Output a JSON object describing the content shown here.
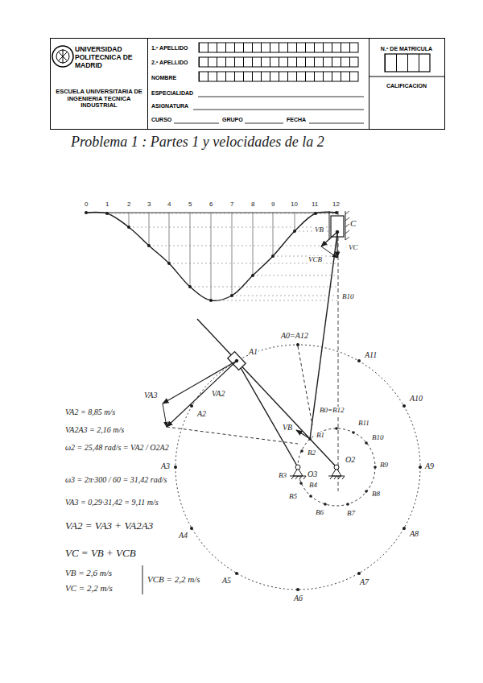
{
  "diagram": {
    "title": "Problema 1 : Partes 1 y velocidades de la 2",
    "nodes": [
      {
        "text": [
          "UNIVERSIDAD POLITECNICA DE MADRID",
          "ESCUELA UNIVERSITARIA DE INGENIERIA TECNICA INDUSTRIAL"
        ]
      },
      {
        "text": [
          "1.º APELLIDO",
          "2.º APELLIDO",
          "NOMBRE",
          "ESPECIALIDAD",
          "ASIGNATURA",
          "CURSO",
          "GRUPO",
          "FECHA"
        ]
      },
      {
        "text": [
          "N.º DE MATRICULA",
          "CALIFICACION"
        ]
      }
    ],
    "labels": [
      "0",
      "1",
      "2",
      "3",
      "4",
      "5",
      "6",
      "7",
      "8",
      "9",
      "10",
      "11",
      "12",
      "C",
      "VB",
      "VC",
      "VCB",
      "B10",
      "A0=A12",
      "A1",
      "A11",
      "VA3",
      "VA2",
      "A10",
      "B0=B12",
      "A2",
      "VA2 = 8,85 m/s",
      "B11",
      "VB",
      "VA2A3 = 2,16 m/s",
      "B1",
      "B10",
      "ω2 = 25,48 rad/s = VA2 / O2A2",
      "B2",
      "O2",
      "A3",
      "B9",
      "A9",
      "O3",
      "B3",
      "ω3 = 2π·300 / 60 = 31,42 rad/s",
      "B4",
      "B8",
      "B5",
      "VA3 = 0,29·31,42 = 9,11 m/s",
      "B6",
      "B7",
      "VA2 = VA3 + VA2A3",
      "A8",
      "A4",
      "VC = VB + VCB",
      "VB = 2,6 m/s",
      "VCB = 2,2 m/s",
      "A5",
      "A7",
      "VC = 2,2 m/s",
      "A6"
    ]
  }
}
